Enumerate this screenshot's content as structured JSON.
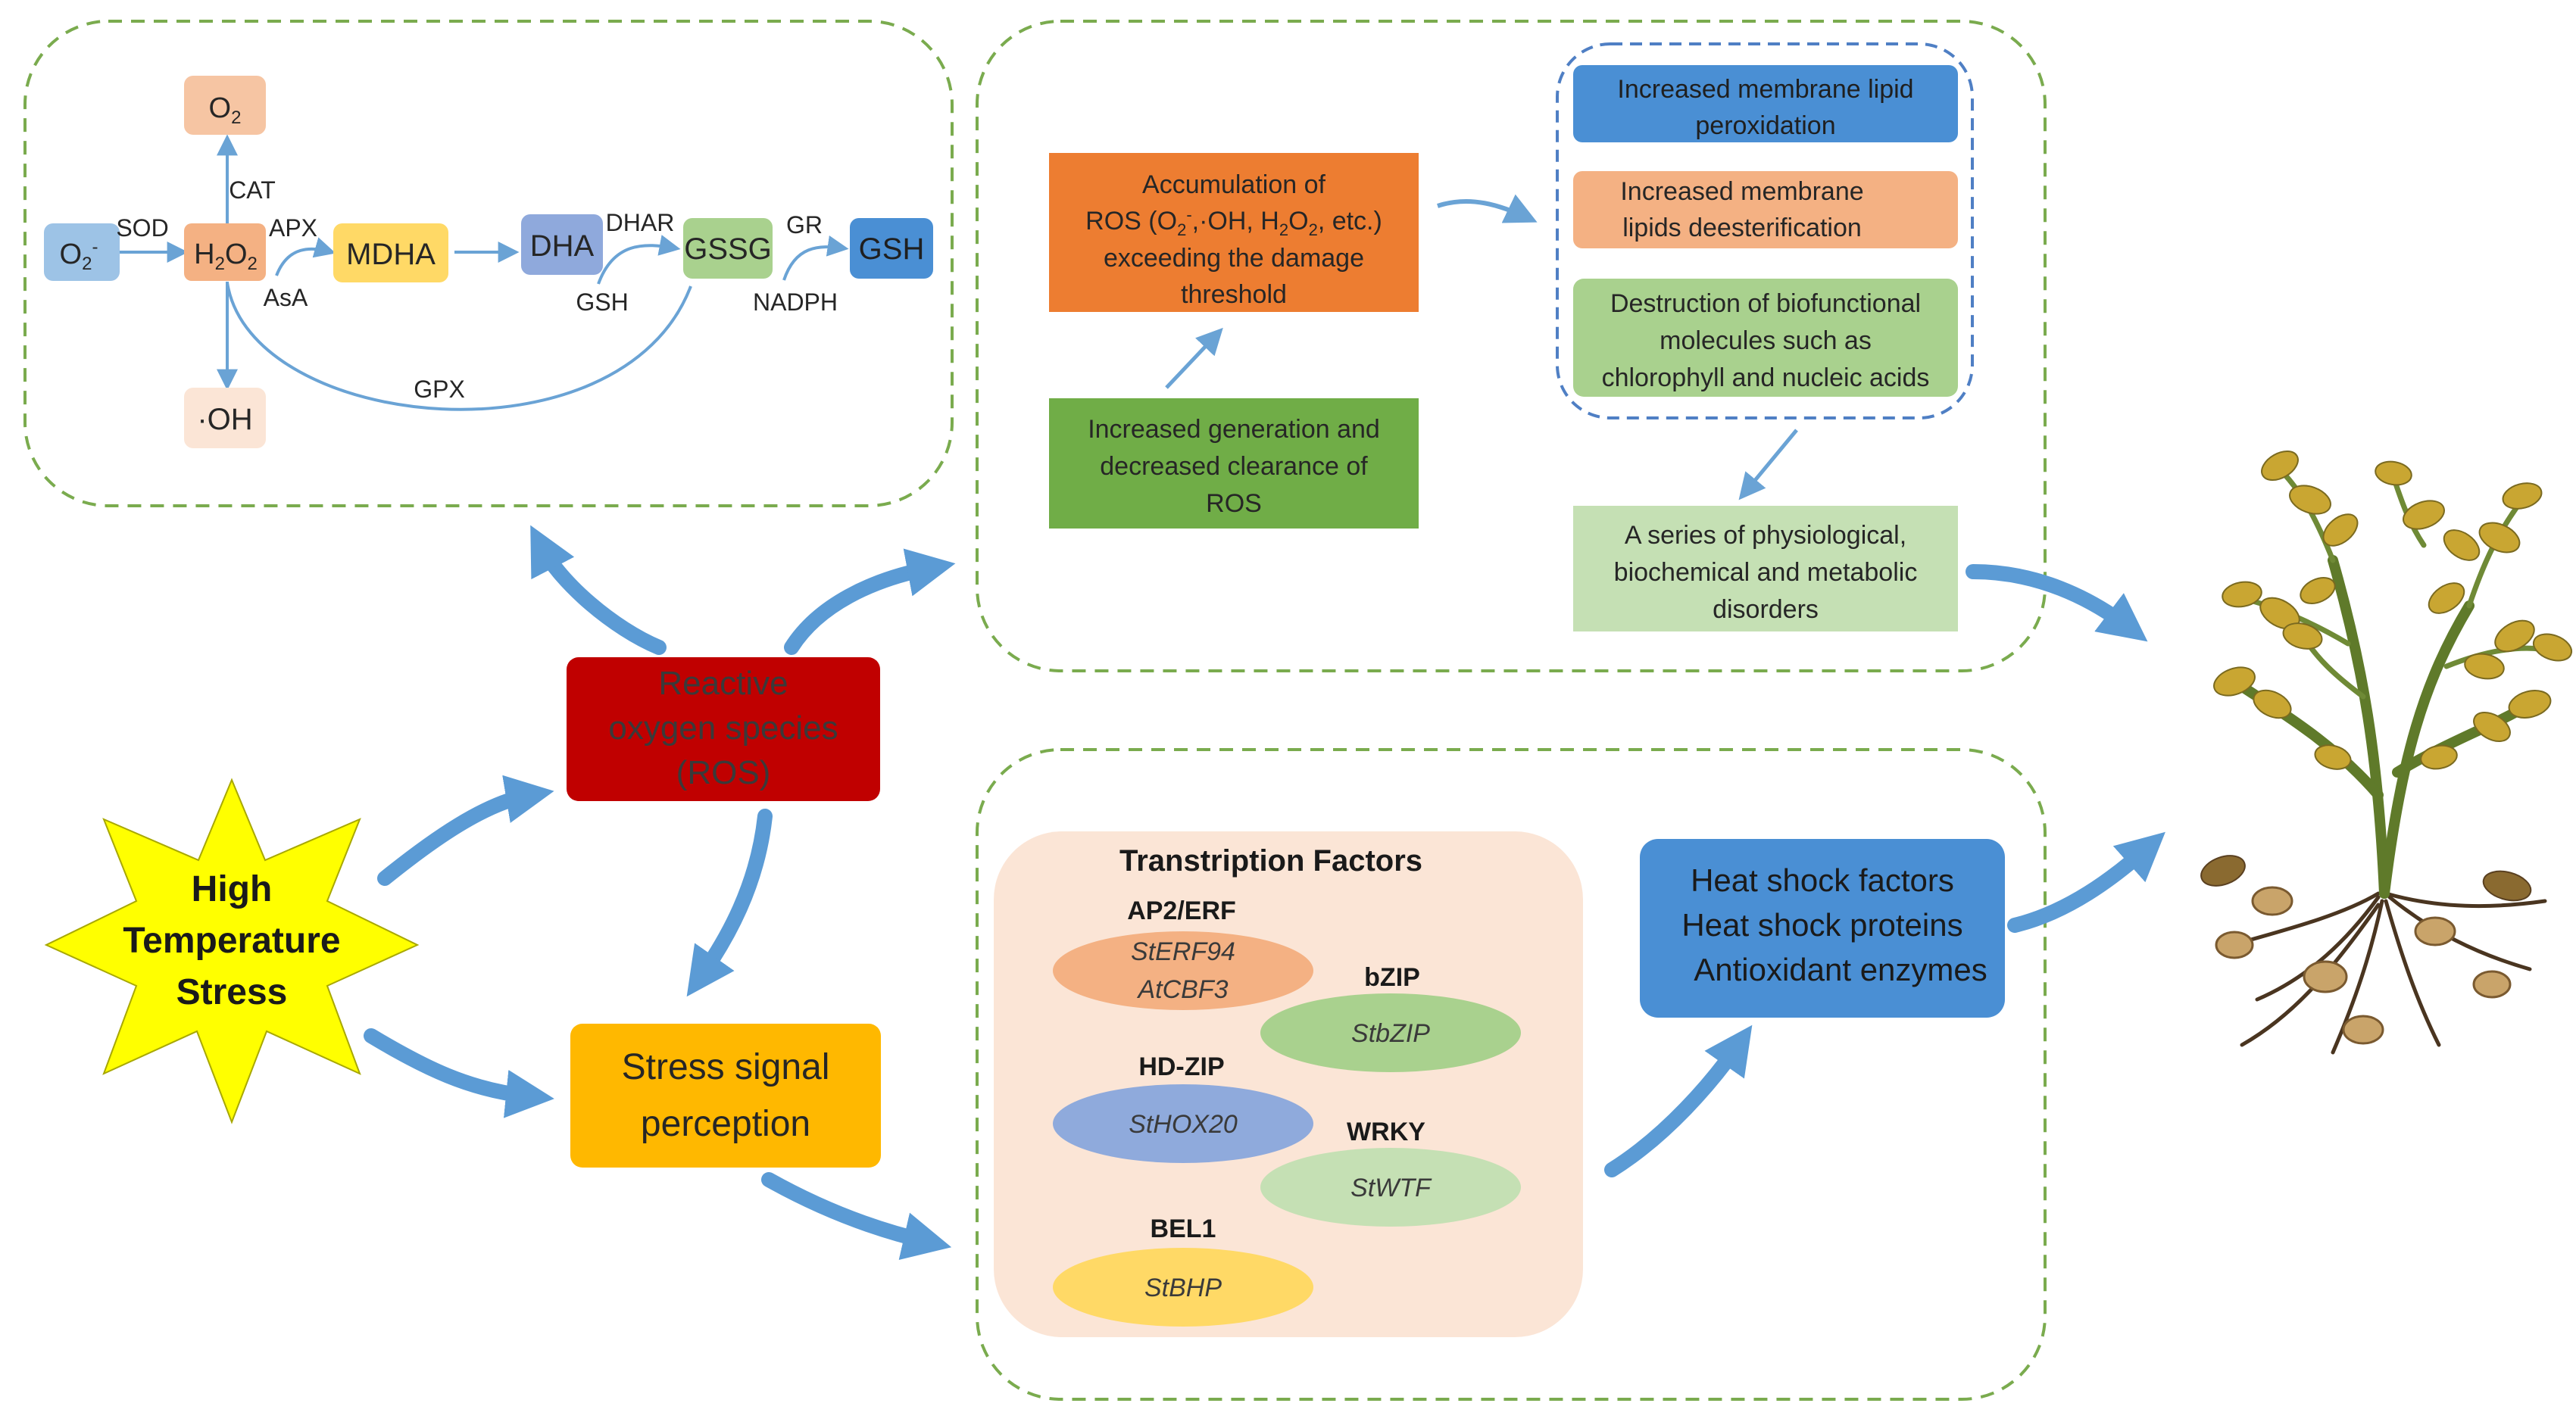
{
  "pathway": {
    "nodes": {
      "o2_top": {
        "base": "O",
        "sub": "2"
      },
      "o2_minus": {
        "base": "O",
        "sub": "2",
        "sup": "-"
      },
      "h2o2": {
        "p1": "H",
        "s1": "2",
        "p2": "O",
        "s2": "2"
      },
      "mdha": "MDHA",
      "dha": "DHA",
      "gssg": "GSSG",
      "gsh": "GSH",
      "oh": "·OH"
    },
    "enzymes": {
      "sod": "SOD",
      "cat": "CAT",
      "apx": "APX",
      "asa": "AsA",
      "dhar": "DHAR",
      "gsh_cofactor": "GSH",
      "gr": "GR",
      "nadph": "NADPH",
      "gpx": "GPX"
    }
  },
  "damage": {
    "accumulation": {
      "line1": "Accumulation of",
      "line2": {
        "a": "ROS (O",
        "a_sub": "2",
        "a_sup": "-",
        "b": ",·OH, H",
        "b_sub": "2",
        "c": "O",
        "c_sub": "2",
        "d": ", etc.)"
      },
      "line3": "exceeding the damage",
      "line4": "threshold"
    },
    "increased_generation": [
      "Increased generation and",
      "decreased clearance  of",
      "ROS"
    ],
    "effects": [
      [
        "Increased membrane lipid",
        "peroxidation"
      ],
      [
        "Increased membrane",
        "lipids deesterification"
      ],
      [
        "Destruction of biofunctional",
        "molecules such as",
        "chlorophyll and nucleic acids"
      ]
    ],
    "disorders": [
      "A series of physiological,",
      "biochemical and metabolic",
      "disorders"
    ]
  },
  "core": {
    "ros": [
      "Reactive",
      "oxygen species",
      "(ROS)"
    ],
    "stress_perception": [
      "Stress signal",
      "perception"
    ],
    "high_temp": [
      "High",
      "Temperature",
      "Stress"
    ]
  },
  "transcription": {
    "title": "Transtription Factors",
    "families": [
      {
        "family": "AP2/ERF",
        "genes": [
          "StERF94",
          "AtCBF3"
        ]
      },
      {
        "family": "bZIP",
        "genes": [
          "StbZIP"
        ]
      },
      {
        "family": "HD-ZIP",
        "genes": [
          "StHOX20"
        ]
      },
      {
        "family": "WRKY",
        "genes": [
          "StWTF"
        ]
      },
      {
        "family": "BEL1",
        "genes": [
          "StBHP"
        ]
      }
    ]
  },
  "response": [
    "Heat shock factors",
    "Heat shock proteins",
    "Antioxidant enzymes"
  ],
  "colors": {
    "dashed_green": "#7aab4e",
    "dashed_blue": "#4f7fc4",
    "arrow_blue": "#5b9bd5",
    "thin_arrow": "#6aa3d5",
    "ros_red": "#c00000",
    "stress_orange": "#ffb800",
    "star_yellow": "#ffff00",
    "accum_orange": "#ed7d31",
    "gen_green": "#70ad47",
    "effect_blue": "#4a8fd4",
    "effect_peach": "#f4b183",
    "effect_green": "#a9d18e",
    "disorder_green": "#c5e0b4",
    "tf_panel": "#fbe5d6",
    "response_blue": "#4a8fd4"
  }
}
